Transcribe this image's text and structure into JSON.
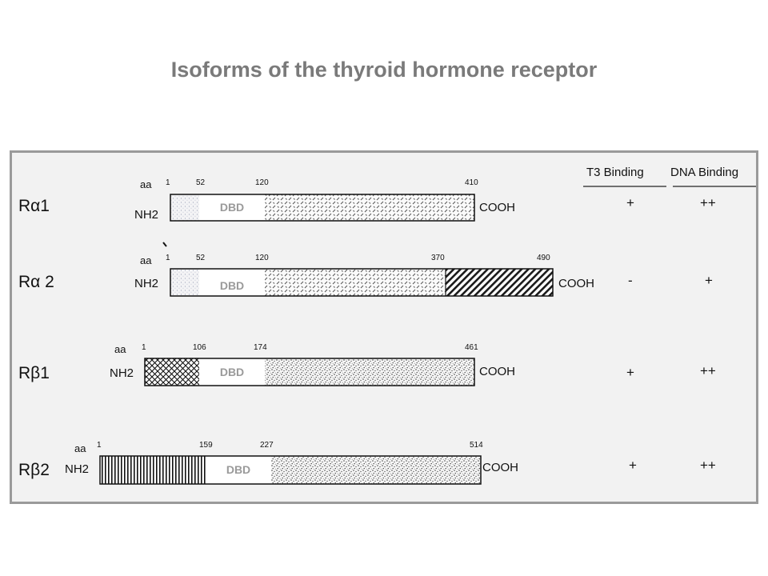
{
  "title": "Isoforms of the thyroid hormone receptor",
  "headers": {
    "t3": "T3 Binding",
    "dna": "DNA Binding"
  },
  "dbd_label": "DBD",
  "aa_label": "aa",
  "n_terminus": "NH2",
  "c_terminus": "COOH",
  "rows": [
    {
      "label": "Rα1",
      "positions": [
        "1",
        "52",
        "120",
        "410"
      ],
      "t3": "+",
      "dna": "++"
    },
    {
      "label": "Rα 2",
      "positions": [
        "1",
        "52",
        "120",
        "370",
        "490"
      ],
      "t3": "-",
      "dna": "+"
    },
    {
      "label": "Rβ1",
      "positions": [
        "1",
        "106",
        "174",
        "461"
      ],
      "t3": "+",
      "dna": "++"
    },
    {
      "label": "Rβ2",
      "positions": [
        "1",
        "159",
        "227",
        "514"
      ],
      "t3": "+",
      "dna": "++"
    }
  ]
}
